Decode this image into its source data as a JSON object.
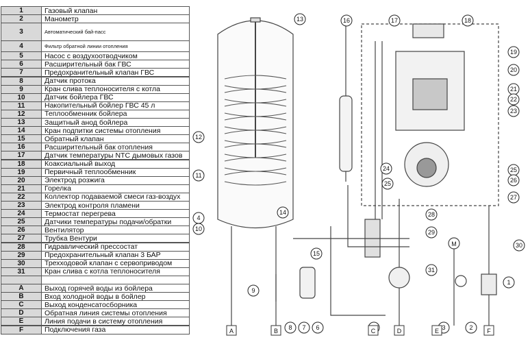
{
  "legend": [
    {
      "num": "1",
      "text": "Газовый клапан"
    },
    {
      "num": "2",
      "text": "Манометр"
    },
    {
      "num": "3",
      "text": "Автоматический бай-пасс",
      "small": true
    },
    {
      "num": "4",
      "text": "Фильтр обратной линии отопления",
      "small": true
    },
    {
      "num": "5",
      "text": "Насос с воздухоотводчиком"
    },
    {
      "num": "6",
      "text": "Расширительный бак ГВС"
    },
    {
      "num": "7",
      "text": "Предохранительный клапан ГВС"
    },
    {
      "num": "8",
      "text": "Датчик протока"
    },
    {
      "num": "9",
      "text": "Кран слива теплоносителя с котла"
    },
    {
      "num": "10",
      "text": "Датчик бойлера ГВС"
    },
    {
      "num": "11",
      "text": "Накопительный бойлер ГВС 45 л"
    },
    {
      "num": "12",
      "text": "Теплообменник бойлера"
    },
    {
      "num": "13",
      "text": "Защитный анод бойлера"
    },
    {
      "num": "14",
      "text": "Кран подпитки системы отопления"
    },
    {
      "num": "15",
      "text": "Обратный клапан"
    },
    {
      "num": "16",
      "text": "Расширительный бак отопления"
    },
    {
      "num": "17",
      "text": "Датчик температуры NTC дымовых газов"
    },
    {
      "num": "18",
      "text": "Коаксиальный выход"
    },
    {
      "num": "19",
      "text": "Первичный теплообменник"
    },
    {
      "num": "20",
      "text": "Электрод розжига"
    },
    {
      "num": "21",
      "text": "Горелка"
    },
    {
      "num": "22",
      "text": "Коллектор подаваемой смеси газ-воздух"
    },
    {
      "num": "23",
      "text": "Электрод контроля пламени"
    },
    {
      "num": "24",
      "text": "Термостат перегрева"
    },
    {
      "num": "25",
      "text": "Датчики температуры подачи/обратки"
    },
    {
      "num": "26",
      "text": "Вентилятор"
    },
    {
      "num": "27",
      "text": "Трубка Вентури"
    },
    {
      "num": "28",
      "text": "Гидравлический прессостат"
    },
    {
      "num": "29",
      "text": "Предохранительный клапан 3 БАР"
    },
    {
      "num": "30",
      "text": "Трехходовой клапан с сервоприводом"
    },
    {
      "num": "31",
      "text": "Кран слива с котла теплоносителя"
    },
    {
      "num": "",
      "text": ""
    },
    {
      "num": "A",
      "text": "Выход горячей воды из бойлера"
    },
    {
      "num": "B",
      "text": "Вход холодной воды в бойлер"
    },
    {
      "num": "C",
      "text": "Выход конденсатосборника"
    },
    {
      "num": "D",
      "text": "Обратная линия системы отопления"
    },
    {
      "num": "E",
      "text": "Линия подачи в систему отопления"
    },
    {
      "num": "F",
      "text": "Подключения газа"
    }
  ],
  "callouts": [
    "1",
    "2",
    "3",
    "4",
    "5",
    "6",
    "7",
    "8",
    "9",
    "10",
    "11",
    "12",
    "13",
    "14",
    "15",
    "16",
    "17",
    "18",
    "19",
    "20",
    "21",
    "22",
    "23",
    "24",
    "25",
    "25",
    "26",
    "27",
    "28",
    "29",
    "30",
    "31"
  ],
  "connectors": [
    "A",
    "B",
    "C",
    "D",
    "E",
    "F"
  ],
  "valve_marker": "M"
}
